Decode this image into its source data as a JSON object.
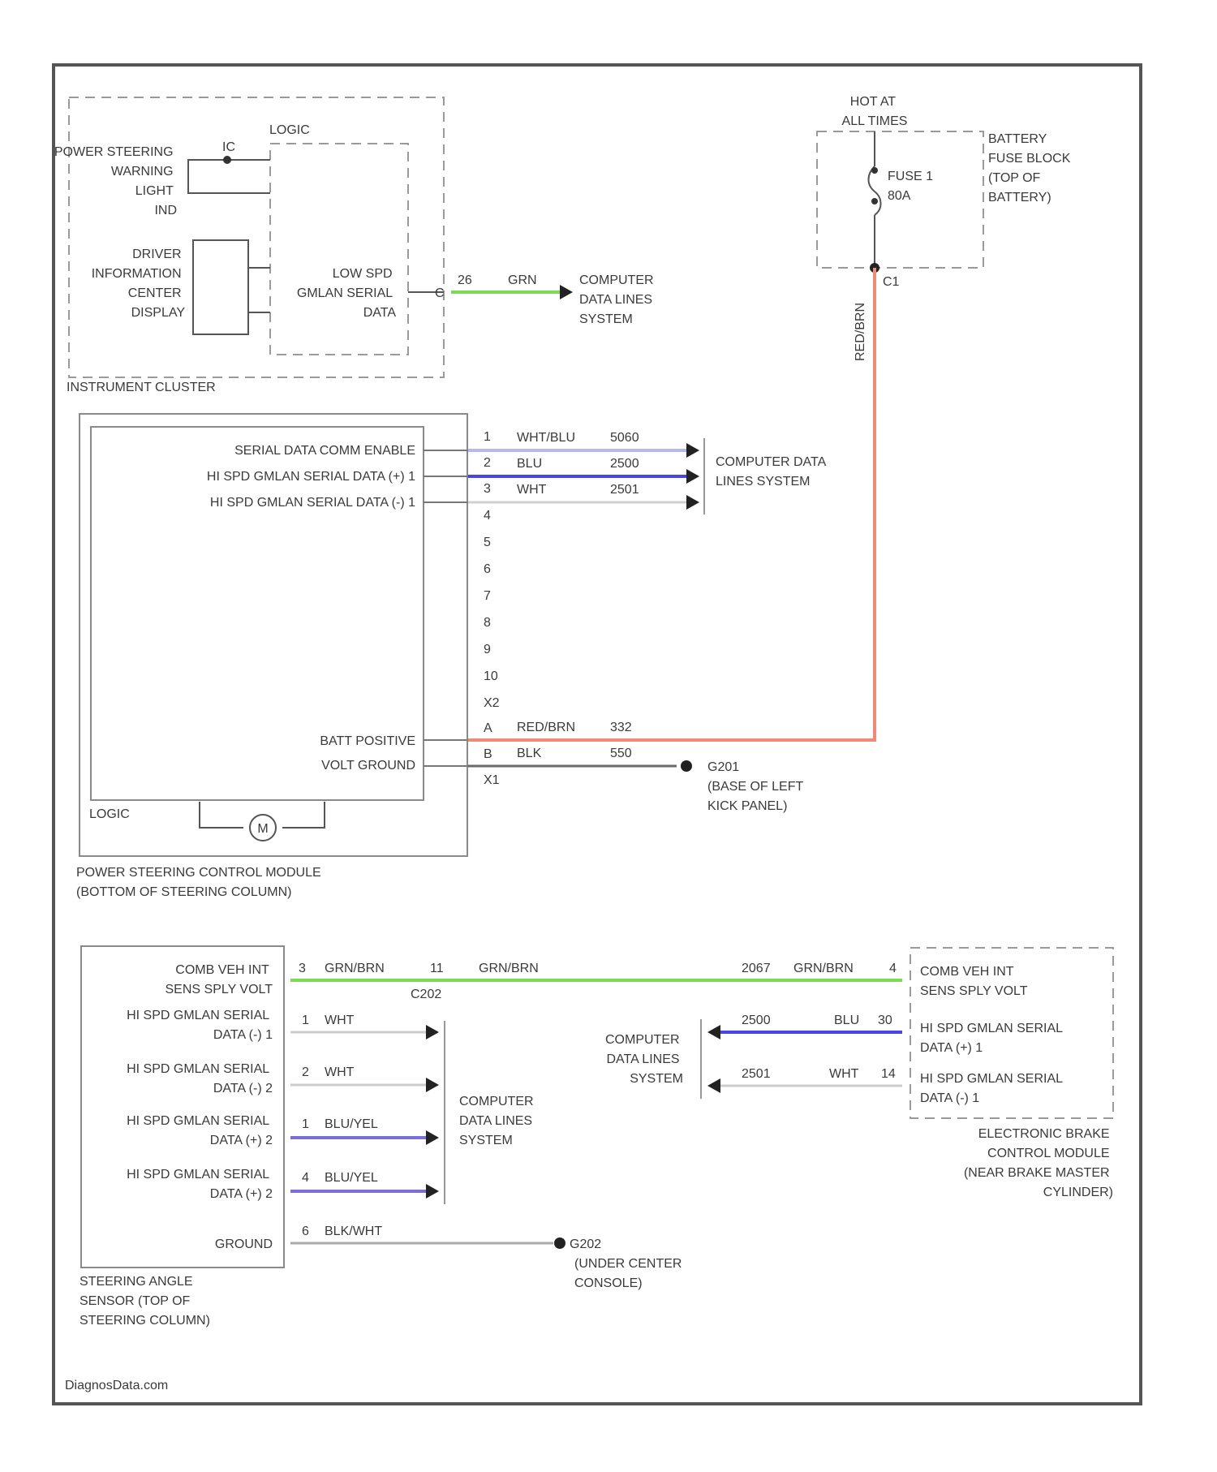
{
  "footer": "DiagnosData.com",
  "colors": {
    "frame": "#555555",
    "dashed_box": "#9a9a9a",
    "wire_green": "#7ed957",
    "wire_red": "#ef8a76",
    "wire_blue": "#4646e8",
    "wire_blue_light": "#b8b8f0",
    "wire_purple": "#7a6fd8",
    "wire_gray": "#bdbdbd",
    "wire_dark": "#6a6a6a"
  },
  "instrument_cluster": {
    "name": "INSTRUMENT CLUSTER",
    "logic": "LOGIC",
    "power_steering_warning_light": [
      "POWER STEERING",
      "WARNING",
      "LIGHT",
      "IND"
    ],
    "driver_info_center": [
      "DRIVER",
      "INFORMATION",
      "CENTER",
      "DISPLAY"
    ],
    "low_speed_gmlan": [
      "LOW SPD",
      "GMLAN SERIAL",
      "DATA"
    ],
    "ind_pin": "IC",
    "data_pin": "C",
    "data_circuit": "26",
    "data_wire_color": "GRN",
    "destination": [
      "COMPUTER",
      "DATA LINES",
      "SYSTEM"
    ]
  },
  "fuse_block": {
    "hot": [
      "HOT AT",
      "ALL TIMES"
    ],
    "fuse": [
      "FUSE 1",
      "80A"
    ],
    "name": [
      "BATTERY",
      "FUSE BLOCK",
      "(TOP OF",
      "BATTERY)"
    ],
    "pin": "C1",
    "wire": "RED/BRN"
  },
  "pscm": {
    "name": [
      "POWER STEERING CONTROL MODULE",
      "(BOTTOM OF STEERING COLUMN)"
    ],
    "logic": "LOGIC",
    "motor": "M",
    "signals": {
      "serial_enable": "SERIAL DATA COMM ENABLE",
      "hs_plus": "HI SPD GMLAN SERIAL DATA (+) 1",
      "hs_minus": "HI SPD GMLAN SERIAL DATA (-) 1",
      "batt": "BATT POSITIVE",
      "ground": "VOLT GROUND"
    },
    "pins": [
      "1",
      "2",
      "3",
      "4",
      "5",
      "6",
      "7",
      "8",
      "9",
      "10",
      "X2",
      "A",
      "B",
      "X1"
    ],
    "wires": [
      {
        "color": "WHT/BLU",
        "circuit": "5060"
      },
      {
        "color": "BLU",
        "circuit": "2500"
      },
      {
        "color": "WHT",
        "circuit": "2501"
      },
      {
        "color": "RED/BRN",
        "circuit": "332"
      },
      {
        "color": "BLK",
        "circuit": "550"
      }
    ],
    "destination": [
      "COMPUTER DATA",
      "LINES SYSTEM"
    ],
    "ground_point": [
      "G201",
      "(BASE OF LEFT",
      "KICK PANEL)"
    ]
  },
  "steering_angle_sensor": {
    "name": [
      "STEERING ANGLE",
      "SENSOR (TOP OF",
      "STEERING COLUMN)"
    ],
    "rows": [
      {
        "label": [
          "COMB VEH INT",
          "SENS SPLY VOLT"
        ],
        "pin": "3",
        "wire": "GRN/BRN"
      },
      {
        "label": [
          "HI SPD GMLAN SERIAL",
          "DATA (-) 1"
        ],
        "pin": "1",
        "wire": "WHT"
      },
      {
        "label": [
          "HI SPD GMLAN SERIAL",
          "DATA (-) 2"
        ],
        "pin": "2",
        "wire": "WHT"
      },
      {
        "label": [
          "HI SPD GMLAN SERIAL",
          "DATA (+) 2"
        ],
        "pin": "1",
        "wire": "BLU/YEL"
      },
      {
        "label": [
          "HI SPD GMLAN SERIAL",
          "DATA (+) 2"
        ],
        "pin": "4",
        "wire": "BLU/YEL"
      },
      {
        "label": [
          "GROUND"
        ],
        "pin": "6",
        "wire": "BLK/WHT"
      }
    ],
    "splice_pin": "11",
    "splice_name": "C202",
    "splice_wire": "GRN/BRN",
    "destination": [
      "COMPUTER",
      "DATA LINES",
      "SYSTEM"
    ],
    "ground_point": [
      "G202",
      "(UNDER CENTER",
      "CONSOLE)"
    ]
  },
  "ebcm": {
    "name": [
      "ELECTRONIC BRAKE",
      "CONTROL MODULE",
      "(NEAR BRAKE MASTER",
      "CYLINDER)"
    ],
    "rows": [
      {
        "label": [
          "COMB VEH INT",
          "SENS SPLY VOLT"
        ],
        "pin": "4",
        "circuit": "2067",
        "wire": "GRN/BRN"
      },
      {
        "label": [
          "HI SPD GMLAN SERIAL",
          "DATA (+) 1"
        ],
        "pin": "30",
        "circuit": "2500",
        "wire": "BLU"
      },
      {
        "label": [
          "HI SPD GMLAN SERIAL",
          "DATA (-) 1"
        ],
        "pin": "14",
        "circuit": "2501",
        "wire": "WHT"
      }
    ],
    "destination": [
      "COMPUTER",
      "DATA LINES",
      "SYSTEM"
    ]
  }
}
